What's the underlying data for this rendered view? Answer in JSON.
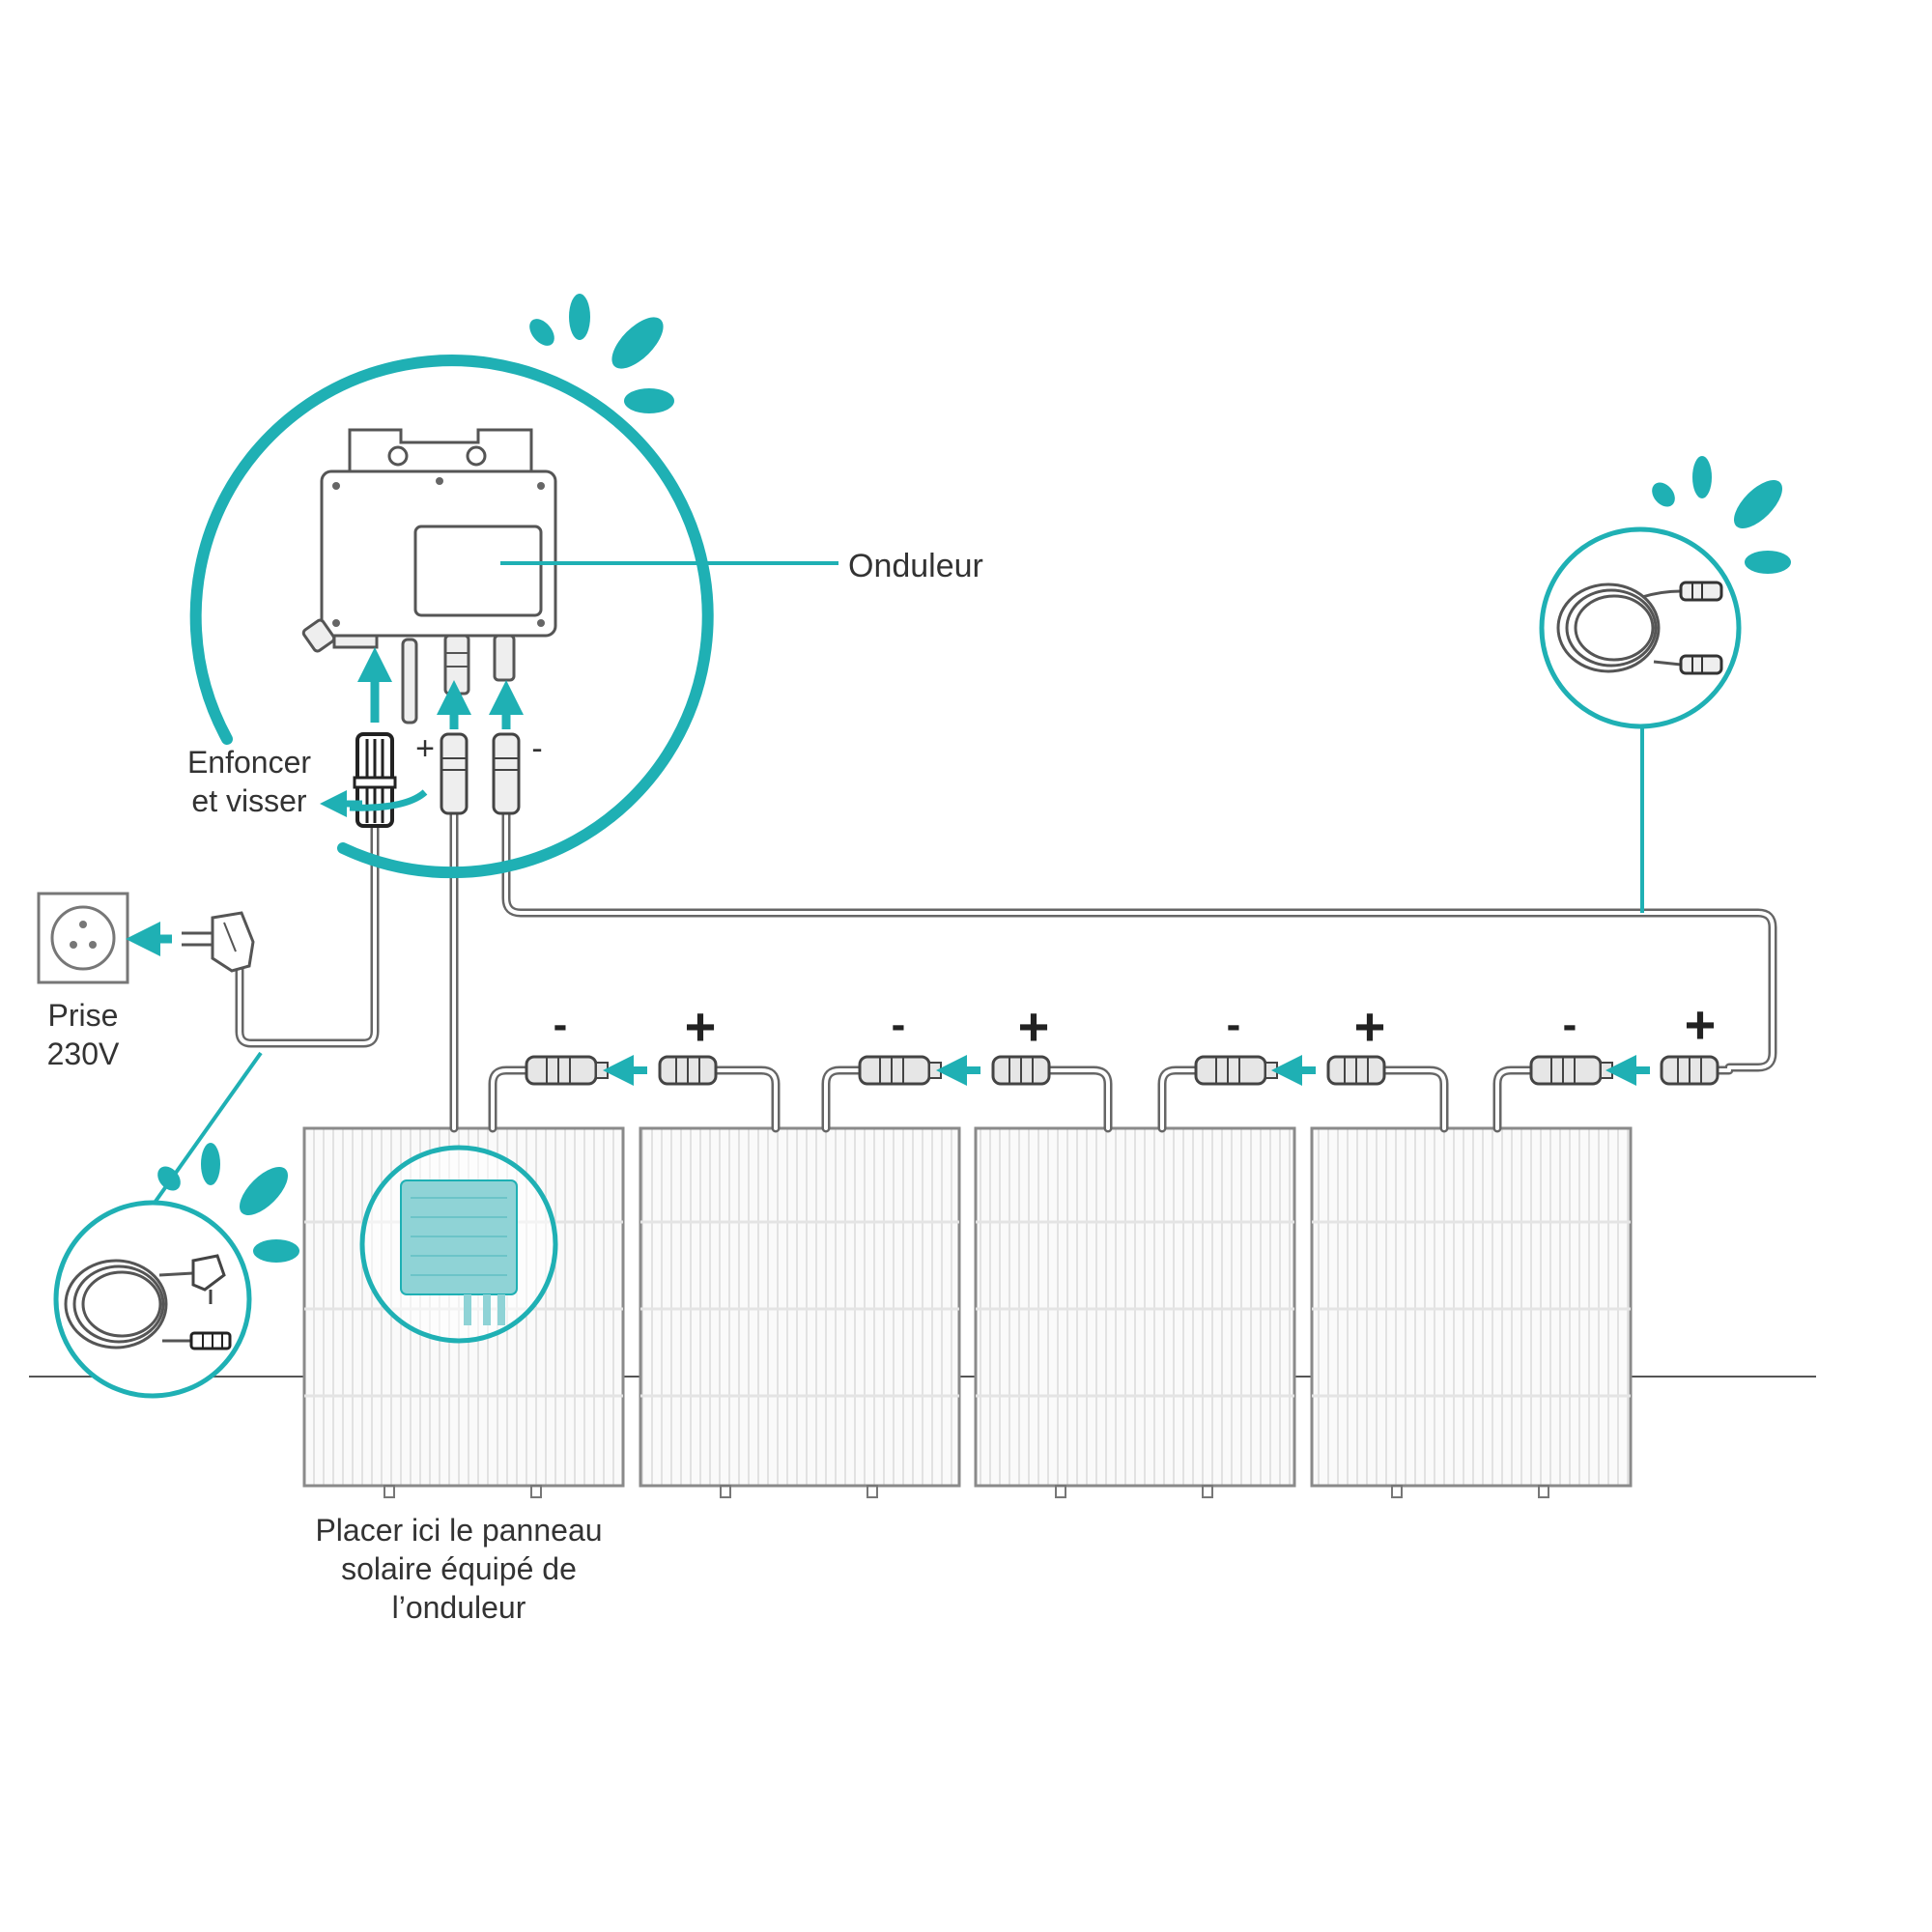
{
  "labels": {
    "inverter": "Onduleur",
    "push_screw_line1": "Enfoncer",
    "push_screw_line2": "et visser",
    "outlet_line1": "Prise",
    "outlet_line2": "230V",
    "placement_line1": "Placer ici le panneau",
    "placement_line2": "solaire équipé de",
    "placement_line3": "l’onduleur"
  },
  "polarity": {
    "inverter_plus": "+",
    "inverter_minus": "-",
    "minus": "-",
    "plus": "+"
  },
  "panels": [
    {
      "id": "panel-1",
      "has_inverter": true
    },
    {
      "id": "panel-2",
      "has_inverter": false
    },
    {
      "id": "panel-3",
      "has_inverter": false
    },
    {
      "id": "panel-4",
      "has_inverter": false
    }
  ],
  "colors": {
    "accent": "#1fb0b4",
    "line": "#555555",
    "panel_fill": "#fafafa",
    "panel_stroke": "#8a8a8a"
  },
  "icons": [
    "inverter-icon",
    "mc4-connector-icon",
    "power-plug-icon",
    "wall-socket-icon",
    "cable-coil-icon",
    "solar-panel-icon",
    "highlight-sparkle-icon"
  ]
}
